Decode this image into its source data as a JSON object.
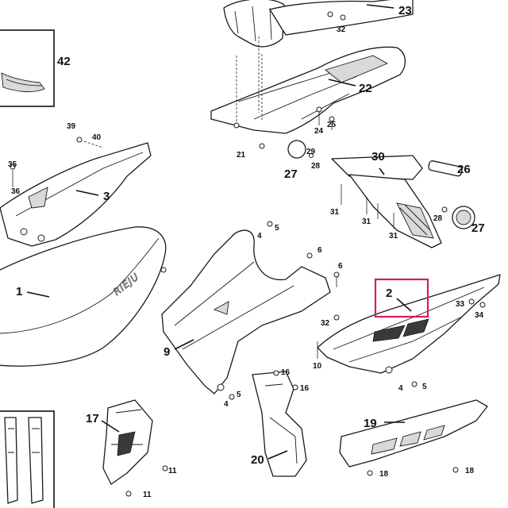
{
  "diagram": {
    "highlight_color": "#d81b60",
    "seat_logo": "RIEJU",
    "callouts": [
      {
        "id": "c42",
        "label": "42"
      },
      {
        "id": "c23",
        "label": "23"
      },
      {
        "id": "c32a",
        "label": "32"
      },
      {
        "id": "c22",
        "label": "22"
      },
      {
        "id": "c24",
        "label": "24"
      },
      {
        "id": "c25",
        "label": "25"
      },
      {
        "id": "c39",
        "label": "39"
      },
      {
        "id": "c40",
        "label": "40"
      },
      {
        "id": "c21",
        "label": "21"
      },
      {
        "id": "c29",
        "label": "29"
      },
      {
        "id": "c28a",
        "label": "28"
      },
      {
        "id": "c30",
        "label": "30"
      },
      {
        "id": "c26",
        "label": "26"
      },
      {
        "id": "c27a",
        "label": "27"
      },
      {
        "id": "c35",
        "label": "35"
      },
      {
        "id": "c36",
        "label": "36"
      },
      {
        "id": "c3",
        "label": "3"
      },
      {
        "id": "c31a",
        "label": "31"
      },
      {
        "id": "c31b",
        "label": "31"
      },
      {
        "id": "c31c",
        "label": "31"
      },
      {
        "id": "c28b",
        "label": "28"
      },
      {
        "id": "c27b",
        "label": "27"
      },
      {
        "id": "c4a",
        "label": "4"
      },
      {
        "id": "c5a",
        "label": "5"
      },
      {
        "id": "c6a",
        "label": "6"
      },
      {
        "id": "c6b",
        "label": "6"
      },
      {
        "id": "c1",
        "label": "1"
      },
      {
        "id": "c2",
        "label": "2"
      },
      {
        "id": "c33",
        "label": "33"
      },
      {
        "id": "c34",
        "label": "34"
      },
      {
        "id": "c32b",
        "label": "32"
      },
      {
        "id": "c10",
        "label": "10"
      },
      {
        "id": "c9",
        "label": "9"
      },
      {
        "id": "c16a",
        "label": "16"
      },
      {
        "id": "c16b",
        "label": "16"
      },
      {
        "id": "c4b",
        "label": "4"
      },
      {
        "id": "c5b",
        "label": "5"
      },
      {
        "id": "c4c",
        "label": "4"
      },
      {
        "id": "c5c",
        "label": "5"
      },
      {
        "id": "c17",
        "label": "17"
      },
      {
        "id": "c19",
        "label": "19"
      },
      {
        "id": "c11a",
        "label": "11"
      },
      {
        "id": "c11b",
        "label": "11"
      },
      {
        "id": "c20",
        "label": "20"
      },
      {
        "id": "c18a",
        "label": "18"
      },
      {
        "id": "c18b",
        "label": "18"
      }
    ]
  }
}
